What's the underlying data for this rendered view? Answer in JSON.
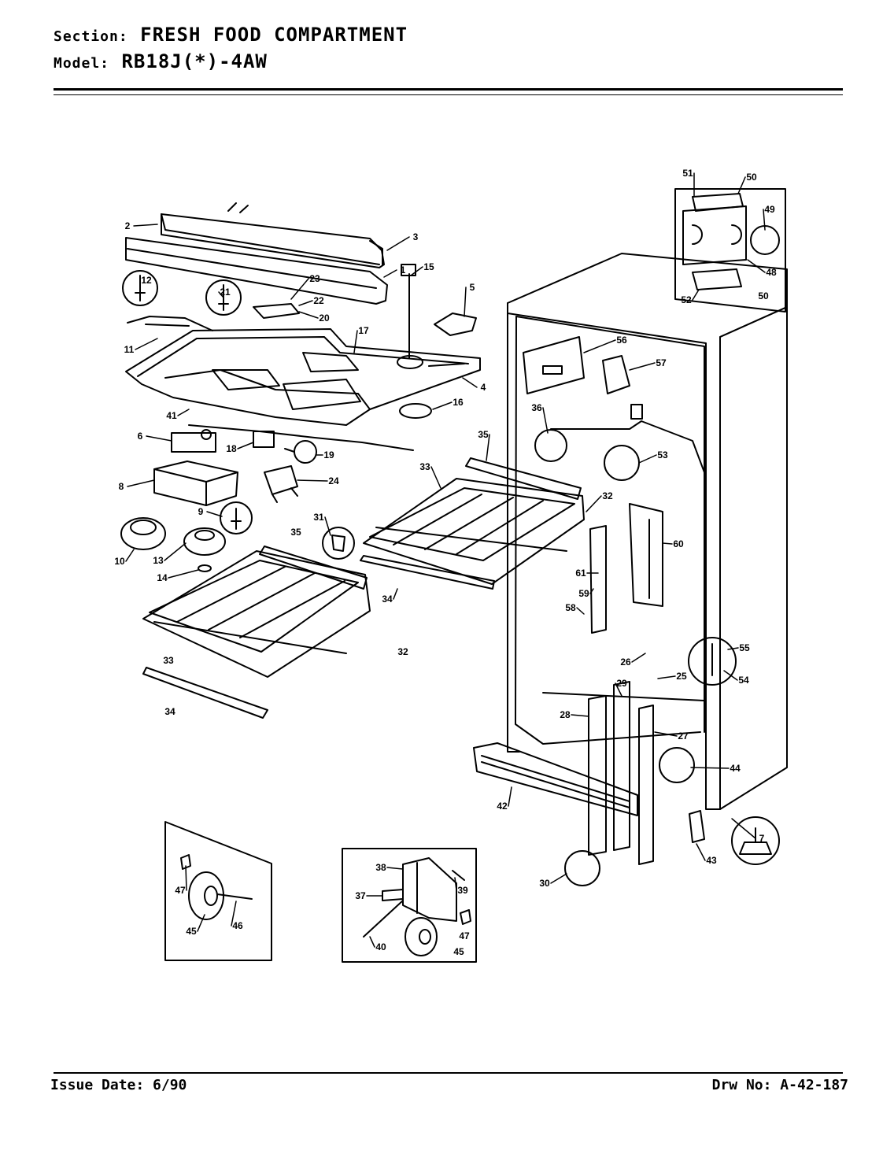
{
  "header": {
    "section_label": "Section:",
    "section_value": "FRESH FOOD COMPARTMENT",
    "model_label": "Model:",
    "model_value": "RB18J(*)-4AW"
  },
  "footer": {
    "issue_date": "Issue Date: 6/90",
    "drawing_number": "Drw No: A-42-187"
  },
  "part_labels": [
    "1",
    "2",
    "3",
    "4",
    "5",
    "6",
    "7",
    "8",
    "9",
    "10",
    "11",
    "12",
    "13",
    "14",
    "15",
    "16",
    "17",
    "18",
    "19",
    "20",
    "21",
    "22",
    "23",
    "24",
    "25",
    "26",
    "27",
    "28",
    "29",
    "30",
    "31",
    "32",
    "33",
    "34",
    "35",
    "36",
    "37",
    "38",
    "39",
    "40",
    "41",
    "42",
    "43",
    "44",
    "45",
    "46",
    "47",
    "48",
    "49",
    "50",
    "51",
    "52",
    "53",
    "54",
    "55",
    "56",
    "57",
    "58",
    "59",
    "60",
    "61"
  ]
}
